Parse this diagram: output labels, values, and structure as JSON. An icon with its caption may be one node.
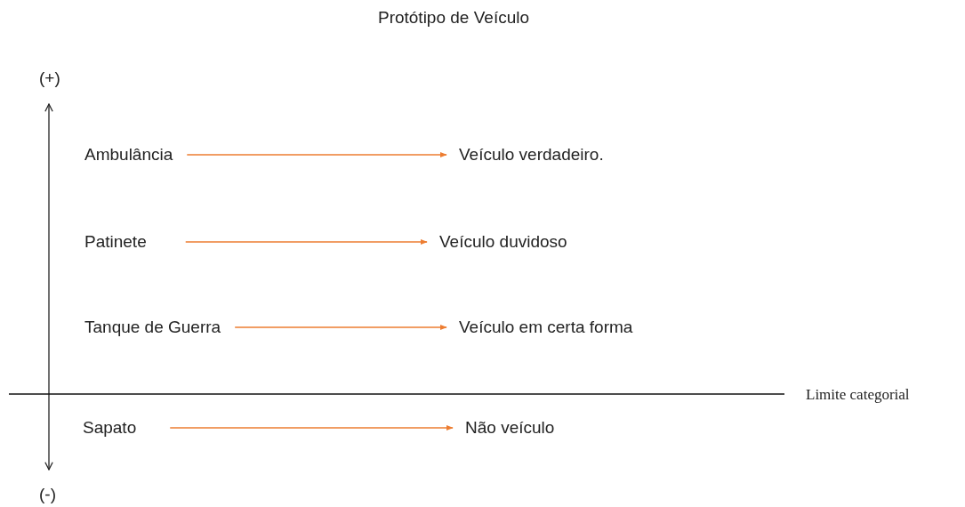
{
  "diagram": {
    "title": "Protótipo de Veículo",
    "nodes": [
      {
        "text": [
          "Ambulância"
        ]
      },
      {
        "text": [
          "Veículo verdadeiro."
        ]
      },
      {
        "text": [
          "Patinete"
        ]
      },
      {
        "text": [
          "Veículo duvidoso"
        ]
      },
      {
        "text": [
          "Tanque de Guerra"
        ]
      },
      {
        "text": [
          "Veículo em certa forma"
        ]
      },
      {
        "text": [
          "Sapato"
        ]
      },
      {
        "text": [
          "Não veículo"
        ]
      }
    ],
    "edges": [
      {
        "from": 0,
        "to": 1,
        "arrow": "to"
      },
      {
        "from": 2,
        "to": 3,
        "arrow": "to"
      },
      {
        "from": 4,
        "to": 5,
        "arrow": "to"
      },
      {
        "from": 6,
        "to": 7,
        "arrow": "to"
      }
    ],
    "labels": [
      "(+)",
      "Limite categorial",
      "(-)"
    ]
  }
}
